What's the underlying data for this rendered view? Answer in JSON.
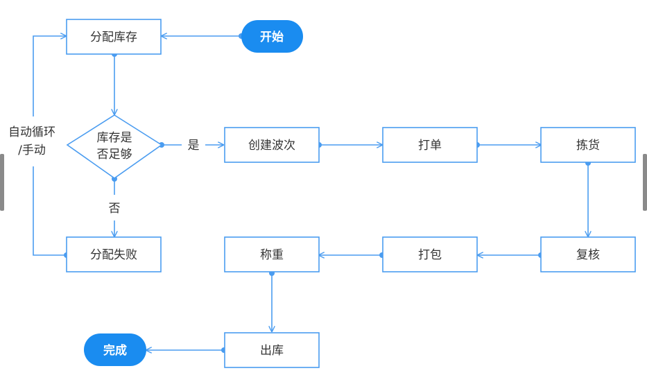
{
  "nodes": {
    "allocate": "分配库存",
    "start": "开始",
    "decision_line1": "库存是",
    "decision_line2": "否足够",
    "create_wave": "创建波次",
    "print_order": "打单",
    "pick": "拣货",
    "alloc_fail": "分配失败",
    "weigh": "称重",
    "pack": "打包",
    "review": "复核",
    "ship": "出库",
    "done": "完成"
  },
  "labels": {
    "yes": "是",
    "no": "否",
    "loop_line1": "自动循环",
    "loop_line2": "/手动"
  },
  "colors": {
    "stroke": "#4a9cf0",
    "pill": "#1a8cf0",
    "text": "#333333"
  }
}
